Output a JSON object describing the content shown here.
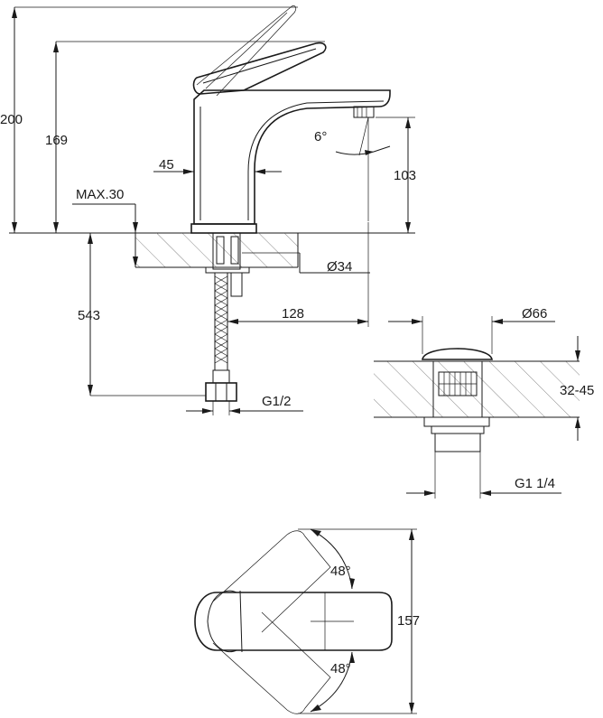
{
  "dimensions": {
    "total_height": "200",
    "spout_height": "169",
    "body_width": "45",
    "max_thickness": "MAX.30",
    "angle_spout": "6°",
    "outlet_height": "103",
    "hole_diameter": "Ø34",
    "below_length": "543",
    "reach": "128",
    "thread": "G1/2"
  },
  "waste": {
    "diameter": "Ø66",
    "thickness_range": "32-45",
    "thread": "G1 1/4"
  },
  "plan": {
    "angle_top": "48°",
    "angle_bottom": "48°",
    "length": "157"
  }
}
